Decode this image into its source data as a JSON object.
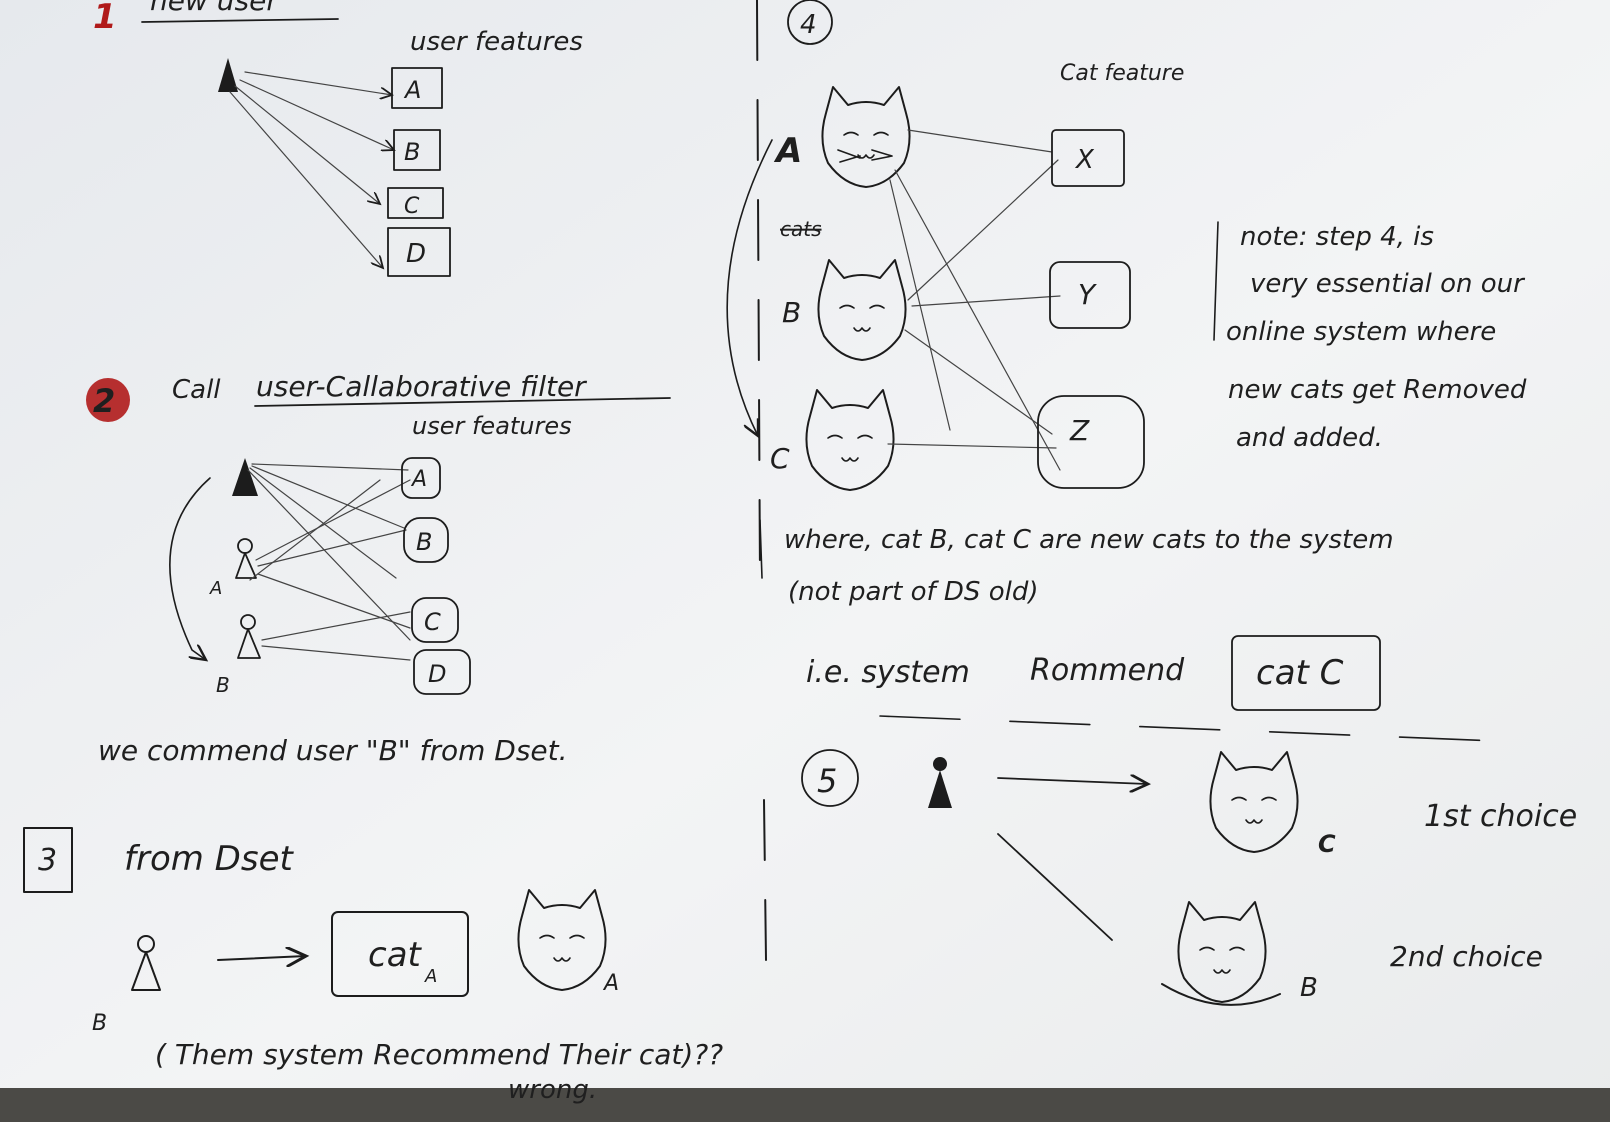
{
  "step1": {
    "number": "1",
    "title": "new user",
    "features_label": "user features",
    "features": [
      "A",
      "B",
      "C",
      "D"
    ]
  },
  "step2": {
    "number": "2",
    "title_prefix": "Call",
    "title": "user-Callaborative filter",
    "features_label": "user features",
    "features": [
      "A",
      "B",
      "C",
      "D"
    ],
    "user_a": "A",
    "user_b": "B",
    "conclusion": "we commend user \"B\" from Dset."
  },
  "step3": {
    "number": "3",
    "title": "from Dset",
    "user_label": "B",
    "box_text": "cat",
    "box_subscript": "A",
    "cat_label": "A",
    "note_line1": "( Them system Recommend Their cat)??",
    "note_line2": "wrong."
  },
  "step4": {
    "number": "4",
    "features_label": "Cat feature",
    "cats_label": "cats",
    "cats": [
      "A",
      "B",
      "C"
    ],
    "features": [
      "X",
      "Y",
      "Z"
    ],
    "note": [
      "note: step 4, is",
      "very essential on our",
      "online system where",
      "new cats get Removed",
      "and added."
    ],
    "where": [
      "where, cat B, cat C are new cats to the system",
      "(not part of DS old)"
    ],
    "recommend_prefix": "i.e. system",
    "recommend_text": "Rommend",
    "recommend_box": "cat C"
  },
  "step5": {
    "number": "5",
    "choice1_cat": "C",
    "choice1": "1st choice",
    "choice2_cat": "B",
    "choice2": "2nd choice"
  },
  "colors": {
    "paper": "#eef0f2",
    "ink": "#1f1f1f",
    "red_marker": "#b01a1a"
  }
}
